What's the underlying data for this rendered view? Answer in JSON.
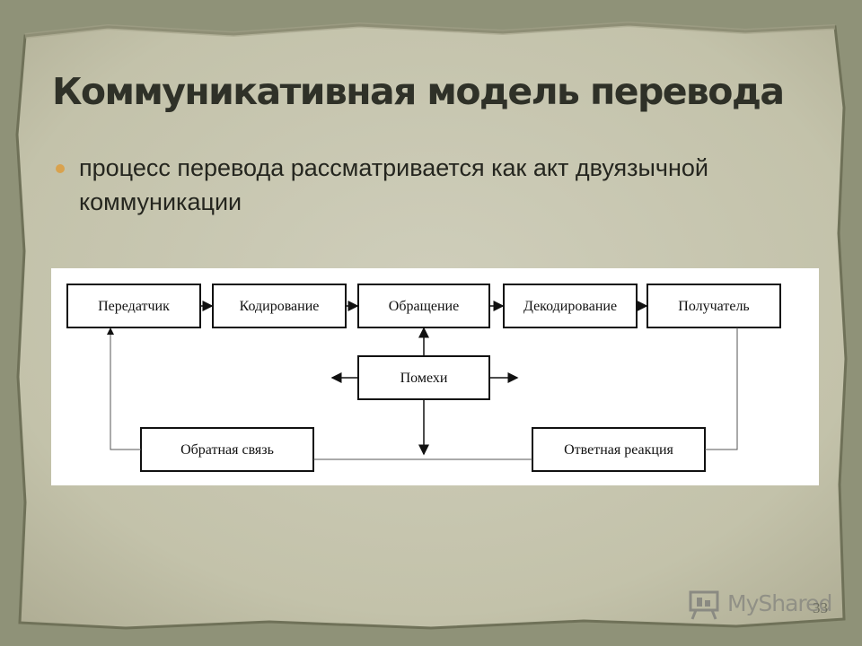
{
  "slide": {
    "title": "Коммуникативная модель перевода",
    "bullet": "процесс перевода рассматривается как акт двуязычной коммуникации"
  },
  "diagram": {
    "nodes": {
      "sender": "Передатчик",
      "encoding": "Кодирование",
      "transmission": "Обращение",
      "decoding": "Декодирование",
      "receiver": "Получатель",
      "noise": "Помехи",
      "feedback": "Обратная связь",
      "response": "Ответная реакция"
    }
  },
  "watermark": {
    "text": "MyShared"
  },
  "page_number": "33",
  "colors": {
    "background": "#8f9278",
    "parchment": "#c9c8b2",
    "title": "#2f3128",
    "bullet": "#d9a24e"
  }
}
